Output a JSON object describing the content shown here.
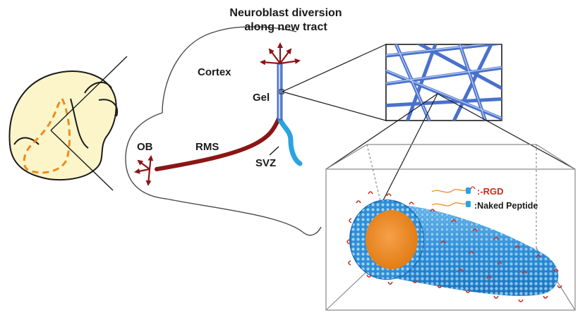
{
  "title": {
    "line1": "Neuroblast diversion",
    "line2": "along new tract"
  },
  "labels": {
    "cortex": "Cortex",
    "gel": "Gel",
    "ob": "OB",
    "rms": "RMS",
    "svz": "SVZ"
  },
  "legend": {
    "rgd": ":-RGD",
    "naked": ":Naked Peptide"
  },
  "colors": {
    "rms_tract": "#8b1515",
    "svz": "#2aa3e0",
    "gel": "#3d6fd0",
    "fiber": "#4a72cc",
    "nanofiber": "#2f8fd9",
    "core": "#f08a1c",
    "rgd": "#cc2a1a",
    "brain_dashed": "#ee8a1e",
    "brain_fill": "#fbf5c9"
  }
}
